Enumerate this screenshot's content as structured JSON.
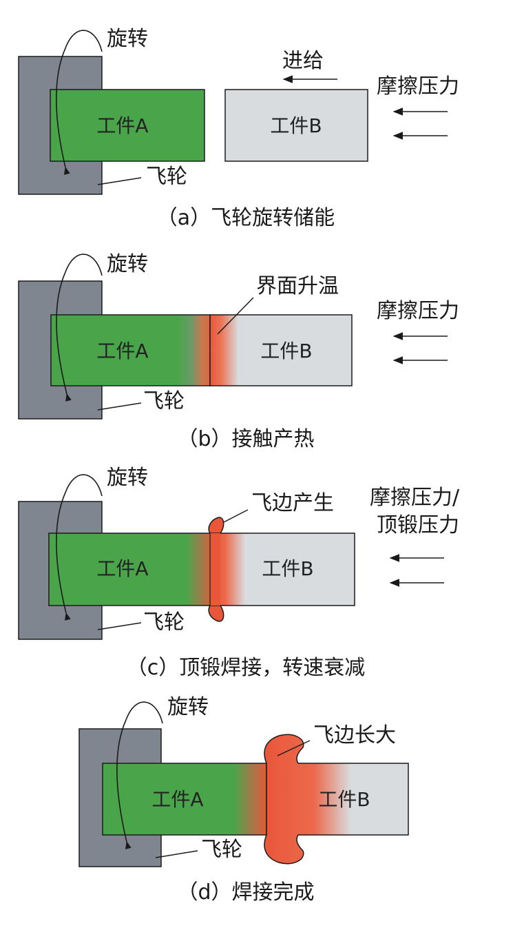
{
  "panels": [
    {
      "caption": "（a）飞轮旋转储能",
      "rotation_label": "旋转",
      "flywheel_label": "飞轮",
      "workpiece_a": "工件A",
      "workpiece_b": "工件B",
      "feed_label": "进给",
      "pressure_label": "摩擦压力"
    },
    {
      "caption": "（b）接触产热",
      "rotation_label": "旋转",
      "flywheel_label": "飞轮",
      "workpiece_a": "工件A",
      "workpiece_b": "工件B",
      "interface_label": "界面升温",
      "pressure_label": "摩擦压力"
    },
    {
      "caption": "（c）顶锻焊接，转速衰减",
      "rotation_label": "旋转",
      "flywheel_label": "飞轮",
      "workpiece_a": "工件A",
      "workpiece_b": "工件B",
      "flash_label": "飞边产生",
      "pressure_label_line1": "摩擦压力/",
      "pressure_label_line2": "顶锻压力"
    },
    {
      "caption": "（d）焊接完成",
      "rotation_label": "旋转",
      "flywheel_label": "飞轮",
      "workpiece_a": "工件A",
      "workpiece_b": "工件B",
      "flash_label": "飞边长大"
    }
  ],
  "colors": {
    "flywheel": "#7f8690",
    "workpiece_a": "#4aa54a",
    "workpiece_b": "#d9dcdf",
    "heat": "#e8573a",
    "outline": "#1a1a1a"
  }
}
